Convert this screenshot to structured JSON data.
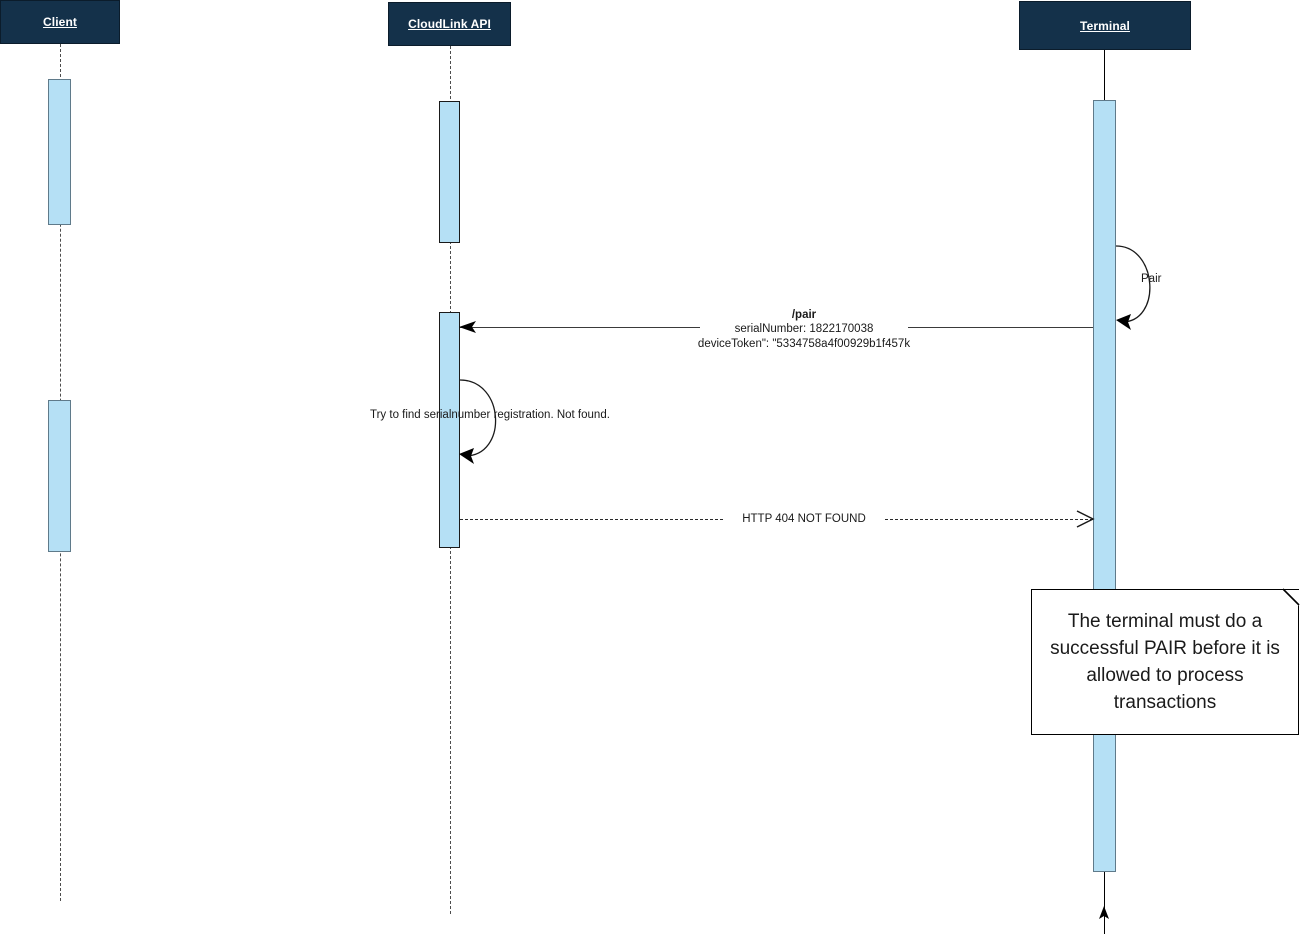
{
  "diagram": {
    "type": "sequence-diagram",
    "title": "",
    "colors": {
      "participant_header_bg": "#14314a",
      "participant_header_text": "#ffffff",
      "activation_fill": "#b5e0f5",
      "activation_border": "#5f7a8a",
      "line": "#3a3a3a",
      "note_bg": "#ffffff",
      "note_border": "#000000"
    },
    "participants": [
      {
        "id": "client",
        "label": "Client"
      },
      {
        "id": "cloudlink",
        "label": "CloudLink API"
      },
      {
        "id": "terminal",
        "label": "Terminal"
      }
    ],
    "messages": [
      {
        "id": "self-pair",
        "kind": "self",
        "from": "terminal",
        "to": "terminal",
        "label": "Pair",
        "style": "solid"
      },
      {
        "id": "pair-request",
        "kind": "call",
        "from": "terminal",
        "to": "cloudlink",
        "style": "solid",
        "label_lines": [
          "/pair",
          "serialNumber: 1822170038",
          "deviceToken\": \"5334758a4f00929b1f457k"
        ]
      },
      {
        "id": "self-lookup",
        "kind": "self",
        "from": "cloudlink",
        "to": "cloudlink",
        "label": "Try to find serialnumber registration. Not found.",
        "style": "solid"
      },
      {
        "id": "http-404",
        "kind": "return",
        "from": "cloudlink",
        "to": "terminal",
        "style": "dashed",
        "label": "HTTP 404 NOT FOUND"
      }
    ],
    "notes": [
      {
        "id": "pair-note",
        "attached_to": "terminal",
        "text": "The terminal must do a successful PAIR before it is allowed to process transactions"
      }
    ]
  }
}
